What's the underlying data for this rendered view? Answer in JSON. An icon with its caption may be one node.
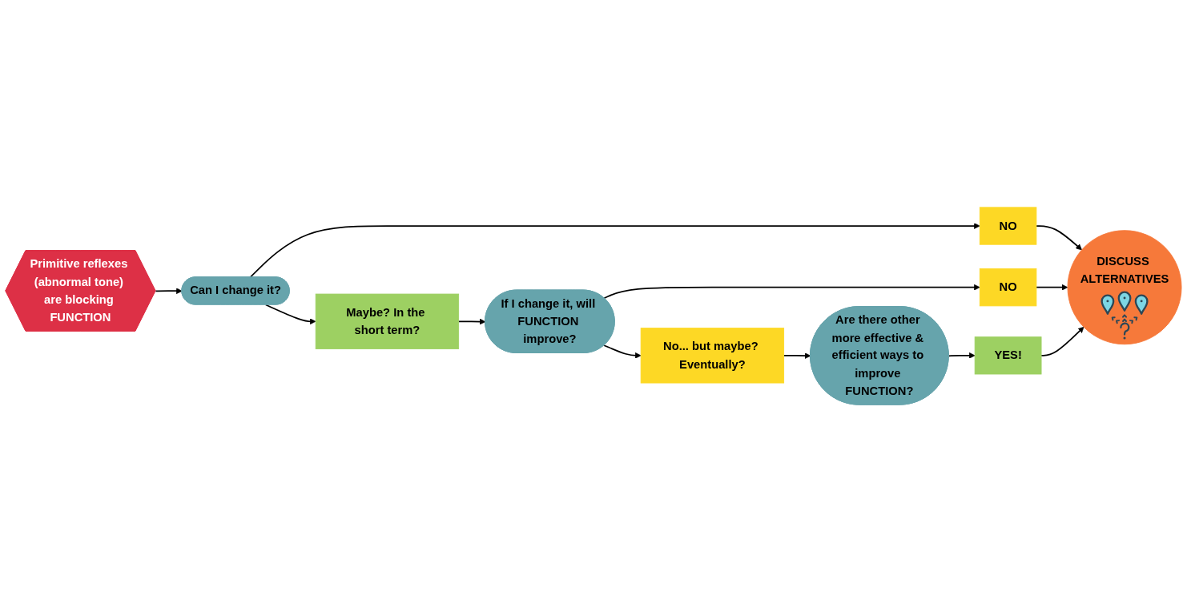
{
  "diagram": {
    "nodes": [
      {
        "text": [
          "Primitive reflexes (abnormal tone) are blocking FUNCTION"
        ]
      },
      {
        "text": [
          "Can I change it?"
        ]
      },
      {
        "text": [
          "Maybe? In the short term?"
        ]
      },
      {
        "text": [
          "If I change it, will FUNCTION improve?"
        ]
      },
      {
        "text": [
          "NO"
        ]
      },
      {
        "text": [
          "NO"
        ]
      },
      {
        "text": [
          "No... but maybe? Eventually?"
        ]
      },
      {
        "text": [
          "Are there other more effective & efficient ways to improve FUNCTION?"
        ]
      },
      {
        "text": [
          "YES!"
        ]
      },
      {
        "text": [
          "DISCUSS ALTERNATIVES"
        ]
      }
    ],
    "edges": [
      {
        "from": 0,
        "to": 1,
        "arrow": "to"
      },
      {
        "from": 1,
        "to": 2,
        "arrow": "to"
      },
      {
        "from": 2,
        "to": 3,
        "arrow": "to"
      },
      {
        "from": 1,
        "to": 4,
        "arrow": "to"
      },
      {
        "from": 3,
        "to": 5,
        "arrow": "to"
      },
      {
        "from": 3,
        "to": 6,
        "arrow": "to"
      },
      {
        "from": 6,
        "to": 7,
        "arrow": "to"
      },
      {
        "from": 7,
        "to": 8,
        "arrow": "to"
      },
      {
        "from": 4,
        "to": 9,
        "arrow": "to"
      },
      {
        "from": 5,
        "to": 9,
        "arrow": "to"
      },
      {
        "from": 8,
        "to": 9,
        "arrow": "to"
      }
    ]
  }
}
